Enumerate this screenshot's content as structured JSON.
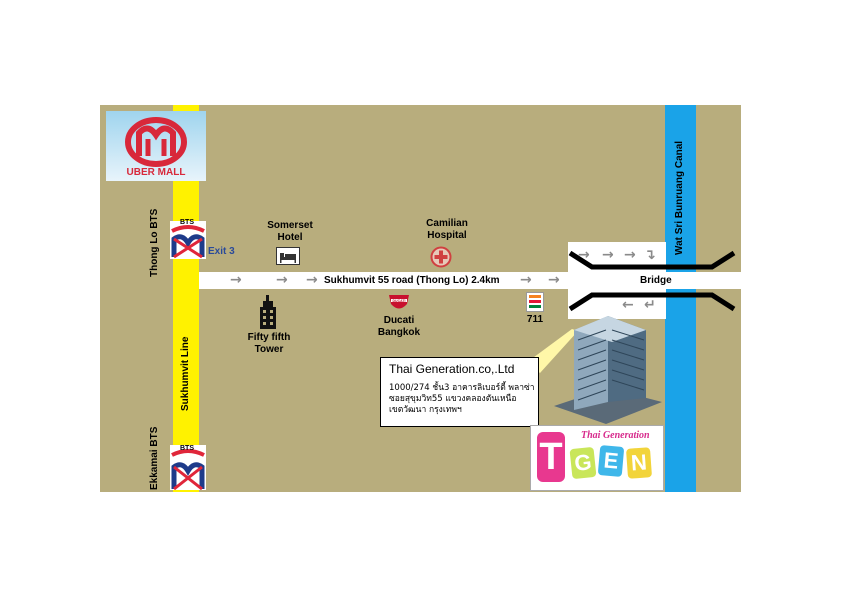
{
  "map": {
    "uber_mall_label": "UBER MALL",
    "bts_text": "BTS",
    "thong_lo_bts": "Thong Lo BTS",
    "ekkamai_bts": "Ekkamai BTS",
    "sukhumvit_line": "Sukhumvit Line",
    "exit_label": "Exit 3",
    "somerset_line1": "Somerset",
    "somerset_line2": "Hotel",
    "camilian_line1": "Camilian",
    "camilian_line2": "Hospital",
    "road_label": "Sukhumvit 55 road (Thong Lo) 2.4km",
    "fifty_fifth_line1": "Fifty fifth",
    "fifty_fifth_line2": "Tower",
    "ducati_badge": "DUCATI",
    "ducati_line1": "Ducati",
    "ducati_line2": "Bangkok",
    "seven_eleven_label": "711",
    "bridge_label": "Bridge",
    "canal_label": "Wat Sri Bunruang Canal",
    "company_name": "Thai Generation.co,.Ltd",
    "address_line1": "1000/274 ชั้น3 อาคารลิเบอร์ตี้ พลาซ่า",
    "address_line2": "ซอยสุขุมวิท55 แขวงคลองตันเหนือ",
    "address_line3": "เขตวัฒนา กรุงเทพฯ",
    "tgen_tagline": "Thai Generation",
    "tgen_letters": [
      "T",
      "G",
      "E",
      "N"
    ]
  },
  "colors": {
    "background": "#b8ad7d",
    "bts_line": "#fff200",
    "canal": "#1aa3e8",
    "road": "#ffffff",
    "arrow": "#8a8a8a",
    "exit_text": "#2a4a9a",
    "hospital_red": "#d04040"
  }
}
